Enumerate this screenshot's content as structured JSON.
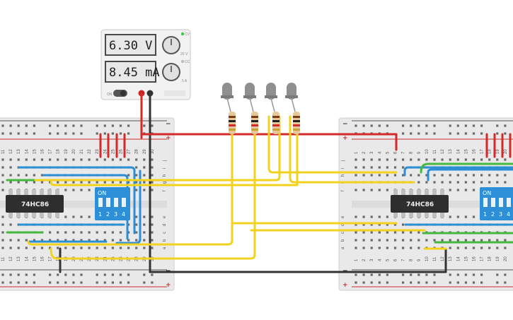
{
  "power_supply": {
    "voltage_display": "6.30 V",
    "current_display": "8.45 mA",
    "on_label": "ON",
    "knob_voltage_label": "CV",
    "knob_current_label": "CC",
    "max_voltage_label": "20 V",
    "max_current_label": "5 A"
  },
  "breadboards": {
    "left": {
      "chip_label": "74HC86",
      "dip_switch": {
        "on_label": "ON",
        "switch_numbers": [
          "1",
          "2",
          "3",
          "4"
        ]
      },
      "column_numbers": [
        "11",
        "12",
        "13",
        "14",
        "15",
        "16",
        "17",
        "18",
        "19",
        "20",
        "21",
        "22",
        "23",
        "24",
        "25",
        "26",
        "27",
        "28",
        "29",
        "30"
      ],
      "row_letters_top": [
        "j",
        "i",
        "h",
        "g",
        "f"
      ],
      "row_letters_bottom": [
        "e",
        "d",
        "c",
        "b",
        "a"
      ]
    },
    "right": {
      "chip_label": "74HC86",
      "dip_switch": {
        "on_label": "ON",
        "switch_numbers": [
          "1",
          "2",
          "3",
          "4"
        ]
      },
      "column_numbers": [
        "1",
        "2",
        "3",
        "4",
        "5",
        "6",
        "7",
        "8",
        "9",
        "10",
        "11",
        "12",
        "13",
        "14",
        "15",
        "16",
        "17",
        "18",
        "19",
        "20"
      ],
      "row_letters_top": [
        "j",
        "i",
        "h",
        "g",
        "f"
      ],
      "row_letters_bottom": [
        "e",
        "d",
        "c",
        "b",
        "a"
      ]
    },
    "rail_minus": "−",
    "rail_plus": "+"
  },
  "leds": {
    "count": 4,
    "state": "off"
  },
  "colors": {
    "wire_red": "#d42a2a",
    "wire_black": "#333333",
    "wire_yellow": "#f2d21c",
    "wire_blue": "#2c8fd6",
    "wire_green": "#45b83d",
    "chip": "#2e2e2e",
    "dip_switch": "#2d8fd8",
    "breadboard": "#e9e9e9"
  }
}
